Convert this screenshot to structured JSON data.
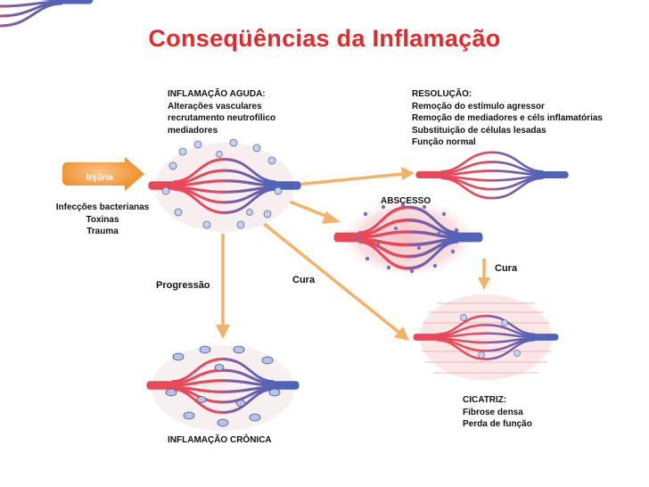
{
  "title": "Conseqüências da Inflamação",
  "acute": {
    "lines": [
      "INFLAMAÇÃO AGUDA:",
      "Alterações vasculares",
      "recrutamento neutrofílico",
      "mediadores"
    ]
  },
  "resolution": {
    "lines": [
      "RESOLUÇÃO:",
      "Remoção  do estímulo agressor",
      "Remoção de mediadores e céls inflamatórias",
      "Substituição de células lesadas",
      "Função normal"
    ]
  },
  "injury": {
    "label": "Injúria",
    "causes": [
      "Infecções bacterianas",
      "Toxinas",
      "Trauma"
    ]
  },
  "abscess_label": "ABSCESSO",
  "cura_left": "Cura",
  "cura_right": "Cura",
  "progression_label": "Progressão",
  "chronic_label": "INFLAMAÇÃO CRÔNICA",
  "scar": {
    "lines": [
      "CICATRIZ:",
      "Fibrose densa",
      "Perda de função"
    ]
  },
  "colors": {
    "title": "#e4292b",
    "arrow": "#f5b166",
    "artery": "#e8485a",
    "vein": "#4f63b8",
    "injury_arrow": "#f29a3a"
  }
}
